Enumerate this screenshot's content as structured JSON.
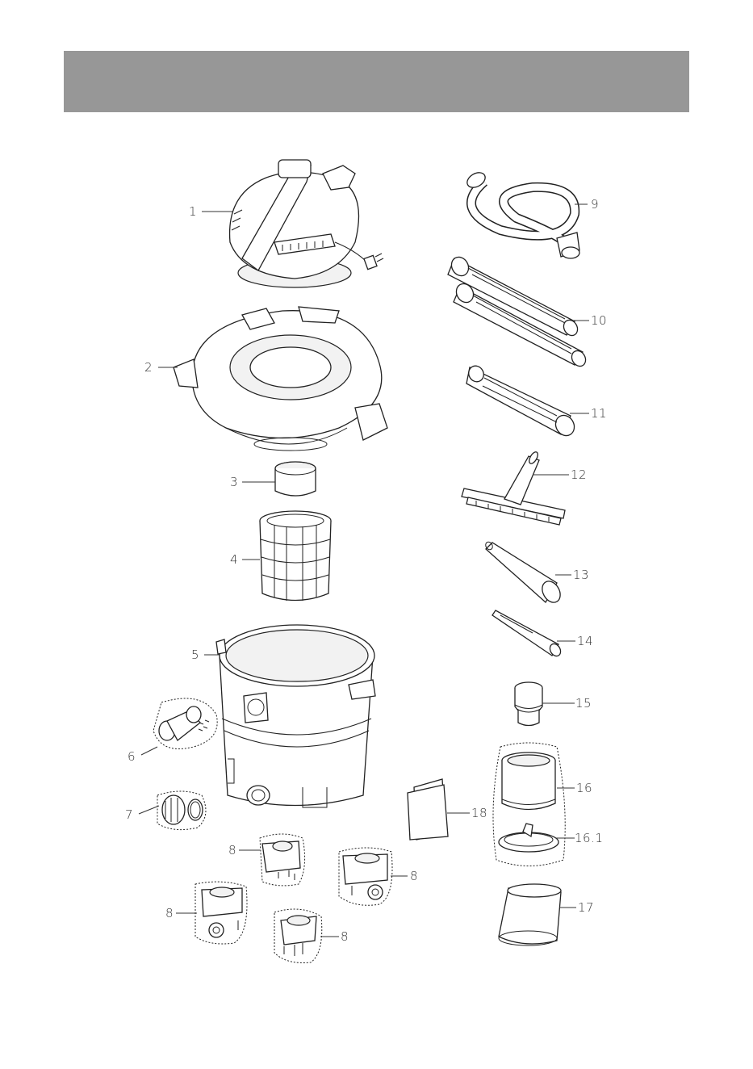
{
  "header": {
    "title": ""
  },
  "parts": [
    {
      "id": "part-1",
      "label": "1",
      "name": "motor-head-icon"
    },
    {
      "id": "part-2",
      "label": "2",
      "name": "lid-icon"
    },
    {
      "id": "part-3",
      "label": "3",
      "name": "float-cap-icon"
    },
    {
      "id": "part-4",
      "label": "4",
      "name": "filter-cage-icon"
    },
    {
      "id": "part-5",
      "label": "5",
      "name": "tank-icon"
    },
    {
      "id": "part-6",
      "label": "6",
      "name": "inlet-adapter-icon"
    },
    {
      "id": "part-7",
      "label": "7",
      "name": "drain-cap-icon"
    },
    {
      "id": "part-8a",
      "label": "8",
      "name": "caster-foot-icon"
    },
    {
      "id": "part-8b",
      "label": "8",
      "name": "caster-foot-icon"
    },
    {
      "id": "part-8c",
      "label": "8",
      "name": "caster-foot-icon"
    },
    {
      "id": "part-8d",
      "label": "8",
      "name": "caster-foot-icon"
    },
    {
      "id": "part-9",
      "label": "9",
      "name": "hose-icon"
    },
    {
      "id": "part-10",
      "label": "10",
      "name": "extension-wands-icon"
    },
    {
      "id": "part-11",
      "label": "11",
      "name": "wand-icon"
    },
    {
      "id": "part-12",
      "label": "12",
      "name": "floor-nozzle-icon"
    },
    {
      "id": "part-13",
      "label": "13",
      "name": "utility-nozzle-icon"
    },
    {
      "id": "part-14",
      "label": "14",
      "name": "crevice-tool-icon"
    },
    {
      "id": "part-15",
      "label": "15",
      "name": "hose-adapter-icon"
    },
    {
      "id": "part-16",
      "label": "16",
      "name": "cartridge-filter-icon"
    },
    {
      "id": "part-16-1",
      "label": "16.1",
      "name": "filter-retainer-icon"
    },
    {
      "id": "part-17",
      "label": "17",
      "name": "foam-sleeve-icon"
    },
    {
      "id": "part-18",
      "label": "18",
      "name": "manual-icon"
    }
  ]
}
